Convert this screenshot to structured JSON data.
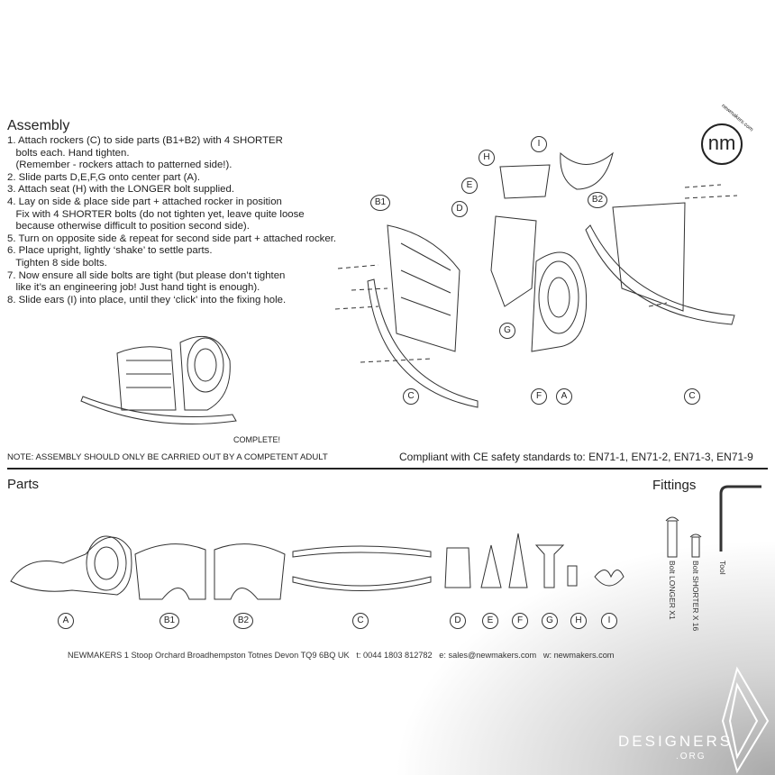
{
  "assembly": {
    "title": "Assembly",
    "steps": [
      "1. Attach rockers (C) to side parts (B1+B2) with 4 SHORTER",
      "   bolts each. Hand tighten.",
      "   (Remember - rockers attach to patterned side!).",
      "2. Slide parts D,E,F,G onto center part (A).",
      "3. Attach seat (H) with the LONGER bolt supplied.",
      "4. Lay on side & place side part + attached rocker in position",
      "   Fix with 4 SHORTER bolts (do not tighten yet, leave quite loose",
      "   because otherwise difficult to position second side).",
      "5. Turn on opposite side & repeat for second side part + attached rocker.",
      "6. Place upright, lightly ‘shake’ to settle parts.",
      "   Tighten 8 side bolts.",
      "7. Now ensure all side bolts are tight (but please don’t tighten",
      "   like it’s an engineering job! Just hand tight is enough).",
      "8. Slide ears (I) into place, until they ‘click’ into the fixing hole."
    ],
    "complete_label": "COMPLETE!",
    "diagram_labels": [
      "H",
      "I",
      "E",
      "D",
      "B1",
      "B2",
      "G",
      "C",
      "F",
      "A",
      "C"
    ]
  },
  "brand": {
    "monogram": "nm",
    "url": "newmakers.com"
  },
  "note": "NOTE: ASSEMBLY SHOULD ONLY BE CARRIED OUT BY A COMPETENT ADULT",
  "compliance": "Compliant with CE safety standards to: EN71-1, EN71-2, EN71-3, EN71-9",
  "parts": {
    "title": "Parts",
    "labels": [
      "A",
      "B1",
      "B2",
      "C",
      "D",
      "E",
      "F",
      "G",
      "H",
      "I"
    ]
  },
  "fittings": {
    "title": "Fittings",
    "items": [
      "Bolt LONGER X1",
      "Bolt SHORTER X 16",
      "Tool"
    ]
  },
  "footer": "NEWMAKERS 1 Stoop Orchard Broadhempston Totnes Devon TQ9 6BQ UK   t: 0044 1803 812782   e: sales@newmakers.com   w: newmakers.com",
  "watermark": {
    "name": "DESIGNERS",
    "suffix": ".ORG"
  }
}
